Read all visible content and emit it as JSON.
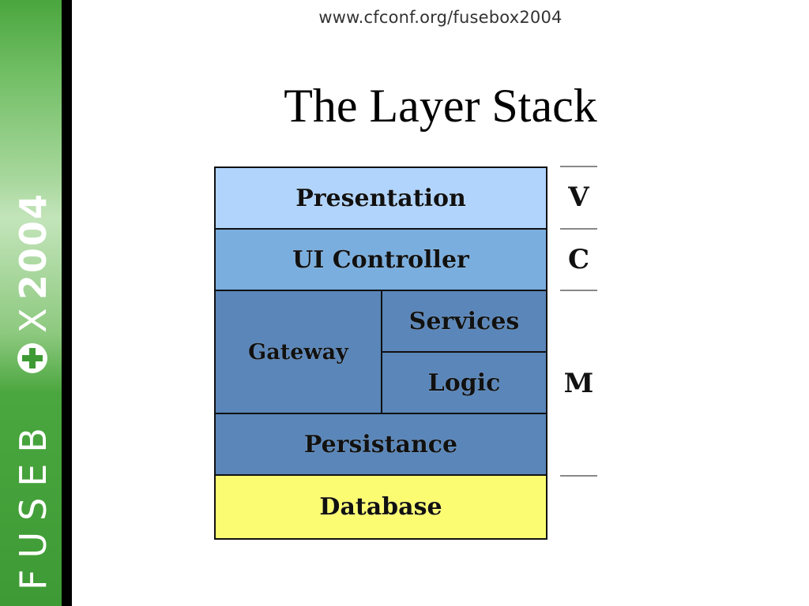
{
  "slide": {
    "url": "www.cfconf.org/fusebox2004",
    "title": "The Layer Stack"
  },
  "logo": {
    "text_fuse": "FUSEB",
    "text_after": "X",
    "text_year": "2004",
    "colors": {
      "green_top": "#4aa63e",
      "green_light": "#c3e4ba",
      "rule": "#000000",
      "text": "#ffffff"
    }
  },
  "diagram": {
    "layers": [
      {
        "id": "presentation",
        "label": "Presentation",
        "color": "#b0d4fb"
      },
      {
        "id": "ui_controller",
        "label": "UI Controller",
        "color": "#7aaede"
      },
      {
        "id": "gateway",
        "label": "Gateway",
        "color": "#5a86b9"
      },
      {
        "id": "services",
        "label": "Services",
        "color": "#5a86b9"
      },
      {
        "id": "logic",
        "label": "Logic",
        "color": "#5a86b9"
      },
      {
        "id": "persistance",
        "label": "Persistance",
        "color": "#5a86b9"
      },
      {
        "id": "database",
        "label": "Database",
        "color": "#fcfc72"
      }
    ],
    "mvc": {
      "v": "V",
      "c": "C",
      "m": "M"
    }
  }
}
